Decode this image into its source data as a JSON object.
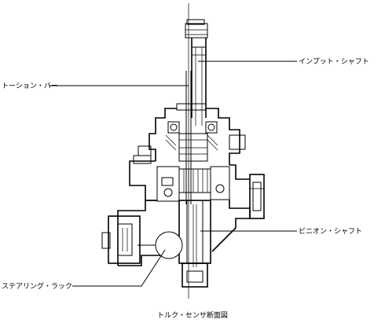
{
  "labels": {
    "input_shaft": "インプット・シャフト",
    "torsion_bar": "トーション・バー",
    "pinion_shaft": "ピニオン・シャフト",
    "steering_rack": "ステアリング・ラック"
  },
  "caption": "トルク・センサ断面図"
}
